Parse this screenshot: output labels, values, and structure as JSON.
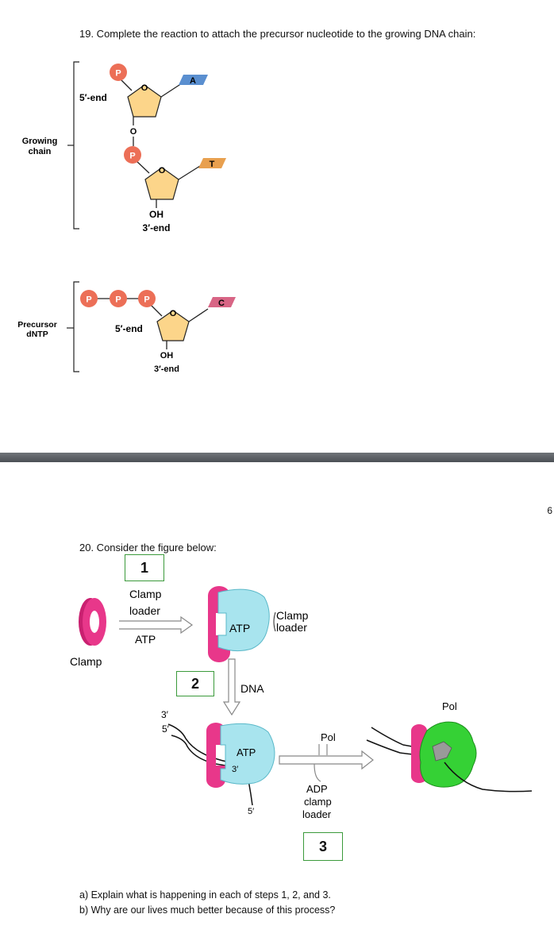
{
  "q19": {
    "prompt": "19. Complete the reaction to attach the precursor nucleotide to the growing DNA chain:",
    "growing_chain_label_1": "Growing",
    "growing_chain_label_2": "chain",
    "five_end": "5′-end",
    "three_end": "3′-end",
    "phosphate": "P",
    "oxygen": "O",
    "oh": "OH",
    "base_a": "A",
    "base_t": "T",
    "precursor_label_1": "Precursor",
    "precursor_label_2": "dNTP",
    "precursor_five_end": "5′-end",
    "precursor_three_end": "3′-end",
    "base_c": "C"
  },
  "page_number": "6",
  "q20": {
    "prompt": "20. Consider the figure below:",
    "step1": "1",
    "step2": "2",
    "step3": "3",
    "clamp_loader_1": "Clamp",
    "clamp_loader_2": "loader",
    "atp": "ATP",
    "clamp": "Clamp",
    "atp_in_loader": "ATP",
    "clamp_loader_right_1": "Clamp",
    "clamp_loader_right_2": "loader",
    "dna": "DNA",
    "three_prime": "3′",
    "five_prime": "5′",
    "pol": "Pol",
    "pol_right": "Pol",
    "adp": "ADP",
    "adp_clamp": "clamp",
    "adp_loader": "loader",
    "question_a": "a)   Explain what is happening in each of steps 1, 2, and 3.",
    "question_b": "b)   Why are our lives much better because of this process?"
  },
  "colors": {
    "phosphate": "#ec6f57",
    "sugar": "#fcd58a",
    "base_a": "#5a8fd0",
    "base_t": "#e8a04f",
    "base_c": "#d86585",
    "clamp": "#e8378a",
    "loader": "#a8e4ee",
    "pol": "#35d135",
    "box_border": "#3b9a3b"
  }
}
